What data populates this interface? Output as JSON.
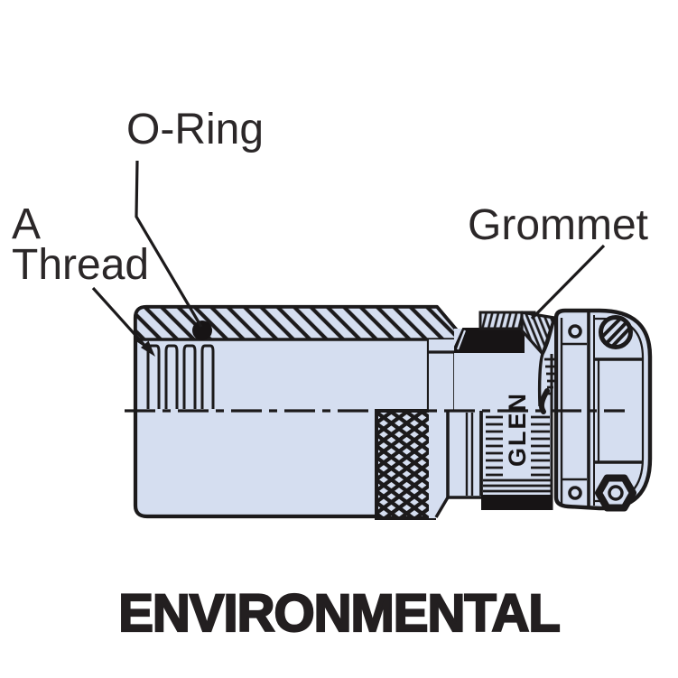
{
  "figure_title": "ENVIRONMENTAL",
  "labels": {
    "o_ring": "O-Ring",
    "a_thread_line1": "A",
    "a_thread_line2": "Thread",
    "grommet": "Grommet"
  },
  "caption": "ENVIRONMENTAL",
  "barrel_marking": "GLEN",
  "colors": {
    "body_fill": "#d5def0",
    "line_color": "#1c1a1b",
    "black_fill": "#171415",
    "label_color": "#2b2728",
    "caption_color": "#231f20"
  }
}
